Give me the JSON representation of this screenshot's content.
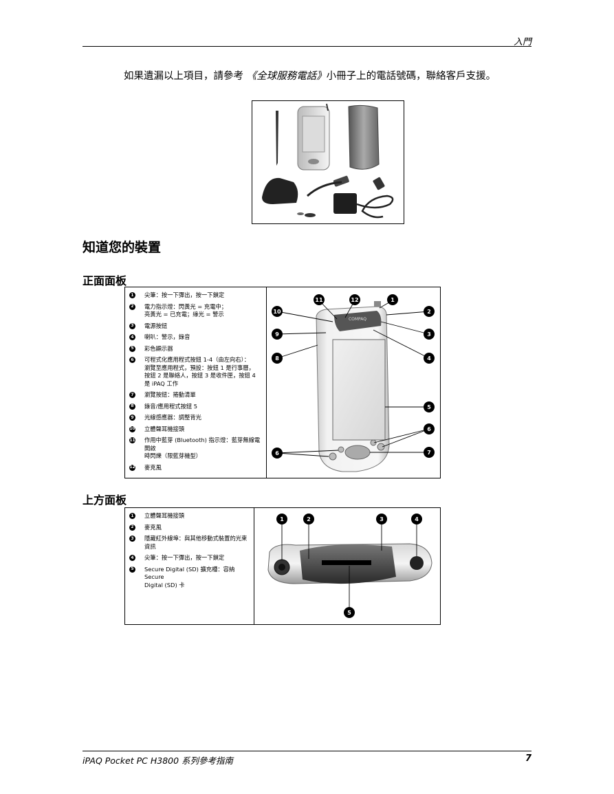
{
  "header": {
    "chapter": "入門"
  },
  "intro": {
    "text_before": "如果遺漏以上項目，請參考 ",
    "book_title": "《全球服務電話》",
    "text_after": "小冊子上的電話號碼，聯絡客戶支援。"
  },
  "section_title": "知道您的裝置",
  "front_panel": {
    "title": "正面面板",
    "items": [
      {
        "num": "1",
        "text": "尖筆：按一下彈出，按一下鎖定"
      },
      {
        "num": "2",
        "text": "電力指示燈：閃黃光 = 充電中；\n亮黃光 = 已充電；綠光 = 警示"
      },
      {
        "num": "3",
        "text": "電源按鈕"
      },
      {
        "num": "4",
        "text": "喇叭：警示，錄音"
      },
      {
        "num": "5",
        "text": "彩色顯示器"
      },
      {
        "num": "6",
        "text": "可程式化應用程式按鈕 1-4（由左向右）：\n瀏覽至應用程式，預設：按鈕 1 是行事曆，\n按鈕 2 是聯絡人，按鈕 3 是收件匣，按鈕 4\n是 iPAQ 工作"
      },
      {
        "num": "7",
        "text": "瀏覽按鈕：捲動清單"
      },
      {
        "num": "8",
        "text": "錄音/應用程式按鈕 5"
      },
      {
        "num": "9",
        "text": "光線感應器：調整背光"
      },
      {
        "num": "10",
        "text": "立體聲耳機接頭"
      },
      {
        "num": "11",
        "text": "作用中藍芽 (Bluetooth) 指示燈：藍芽無線電開啟\n時閃爍（限藍芽機型）"
      },
      {
        "num": "12",
        "text": "麥克風"
      }
    ]
  },
  "top_panel": {
    "title": "上方面板",
    "items": [
      {
        "num": "1",
        "text": "立體聲耳機接頭"
      },
      {
        "num": "2",
        "text": "麥克風"
      },
      {
        "num": "3",
        "text": "隱藏紅外線埠：與其他移動式裝置的光束\n資訊"
      },
      {
        "num": "4",
        "text": "尖筆：按一下彈出，按一下鎖定"
      },
      {
        "num": "5",
        "text": "Secure Digital (SD) 擴充槽：容納 Secure\nDigital (SD) 卡"
      }
    ]
  },
  "device_logo": "COMPAQ",
  "footer": {
    "title": "iPAQ Pocket PC H3800 系列參考指南",
    "page": "7"
  }
}
